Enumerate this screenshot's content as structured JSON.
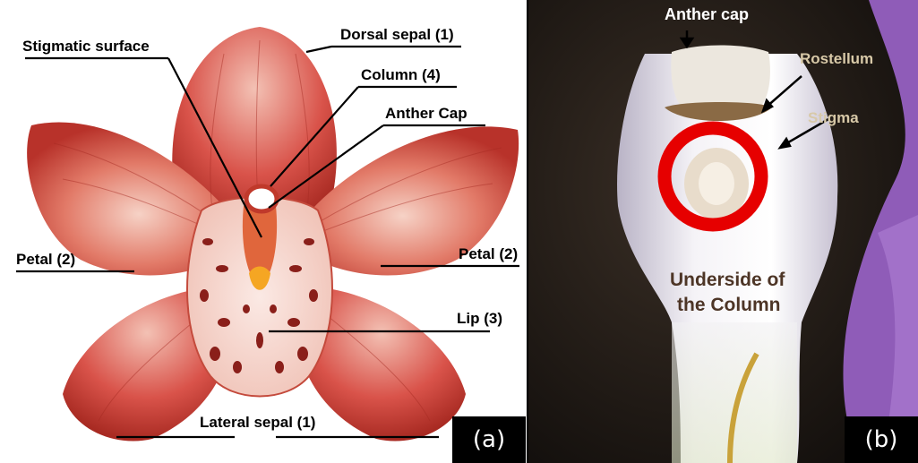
{
  "panel_a": {
    "labels": {
      "stigmatic_surface": "Stigmatic surface",
      "dorsal_sepal": "Dorsal sepal (1)",
      "column": "Column (4)",
      "anther_cap": "Anther Cap",
      "petal_left": "Petal (2)",
      "petal_right": "Petal (2)",
      "lip": "Lip (3)",
      "lateral_sepal": "Lateral sepal (1)"
    },
    "badge": "(a)"
  },
  "panel_b": {
    "labels": {
      "anther_cap": "Anther cap",
      "rostellum": "Rostellum",
      "stigma": "Stigma",
      "underside_line1": "Underside of",
      "underside_line2": "the Column"
    },
    "badge": "(b)"
  },
  "colors": {
    "petal": "#d9534a",
    "petal_light": "#f4c8bd",
    "highlight_ring": "#e60000",
    "column_white": "#f2f0f4"
  }
}
